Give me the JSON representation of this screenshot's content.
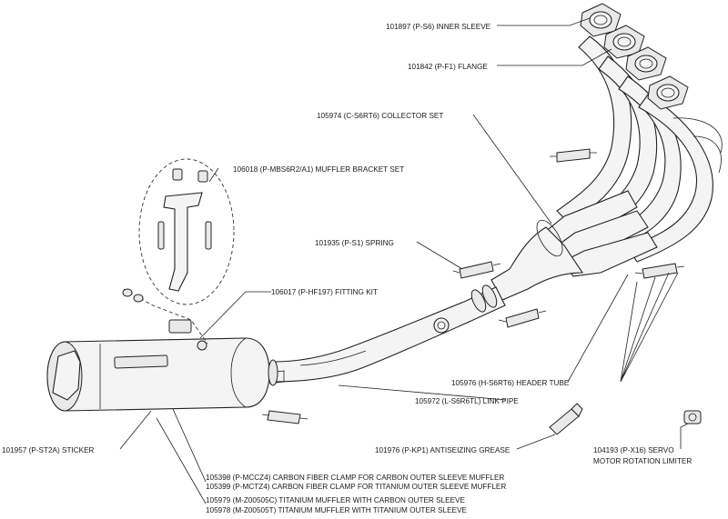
{
  "labels": {
    "inner_sleeve": "101897 (P-S6) INNER SLEEVE",
    "flange": "101842 (P-F1) FLANGE",
    "collector_set": "105974 (C-S6RT6) COLLECTOR SET",
    "muffler_bracket_set": "106018 (P-MBS6R2/A1) MUFFLER BRACKET SET",
    "spring": "101935 (P-S1) SPRING",
    "fitting_kit": "106017 (P-HF197) FITTING KIT",
    "header_tube": "105976 (H-S6RT6) HEADER TUBE",
    "link_pipe": "105972 (L-S6R6TL) LINK PIPE",
    "sticker": "101957 (P-ST2A) STICKER",
    "antiseizing_grease": "101976 (P-KP1) ANTISEIZING GREASE",
    "servo_limiter_line1": "104193 (P-X16) SERVO",
    "servo_limiter_line2": "MOTOR ROTATION LIMITER",
    "clamp_carbon": "105398 (P-MCCZ4) CARBON FIBER CLAMP FOR CARBON OUTER SLEEVE MUFFLER",
    "clamp_titanium": "105399 (P-MCTZ4) CARBON FIBER CLAMP FOR TITANIUM OUTER SLEEVE MUFFLER",
    "muffler_carbon": "105979 (M-Z00505C) TITANIUM MUFFLER WITH CARBON OUTER SLEEVE",
    "muffler_titanium": "105978 (M-Z00505T) TITANIUM MUFFLER WITH TITANIUM OUTER SLEEVE"
  },
  "colors": {
    "line": "#222222",
    "part_fill": "#f4f4f4",
    "background": "#ffffff"
  }
}
